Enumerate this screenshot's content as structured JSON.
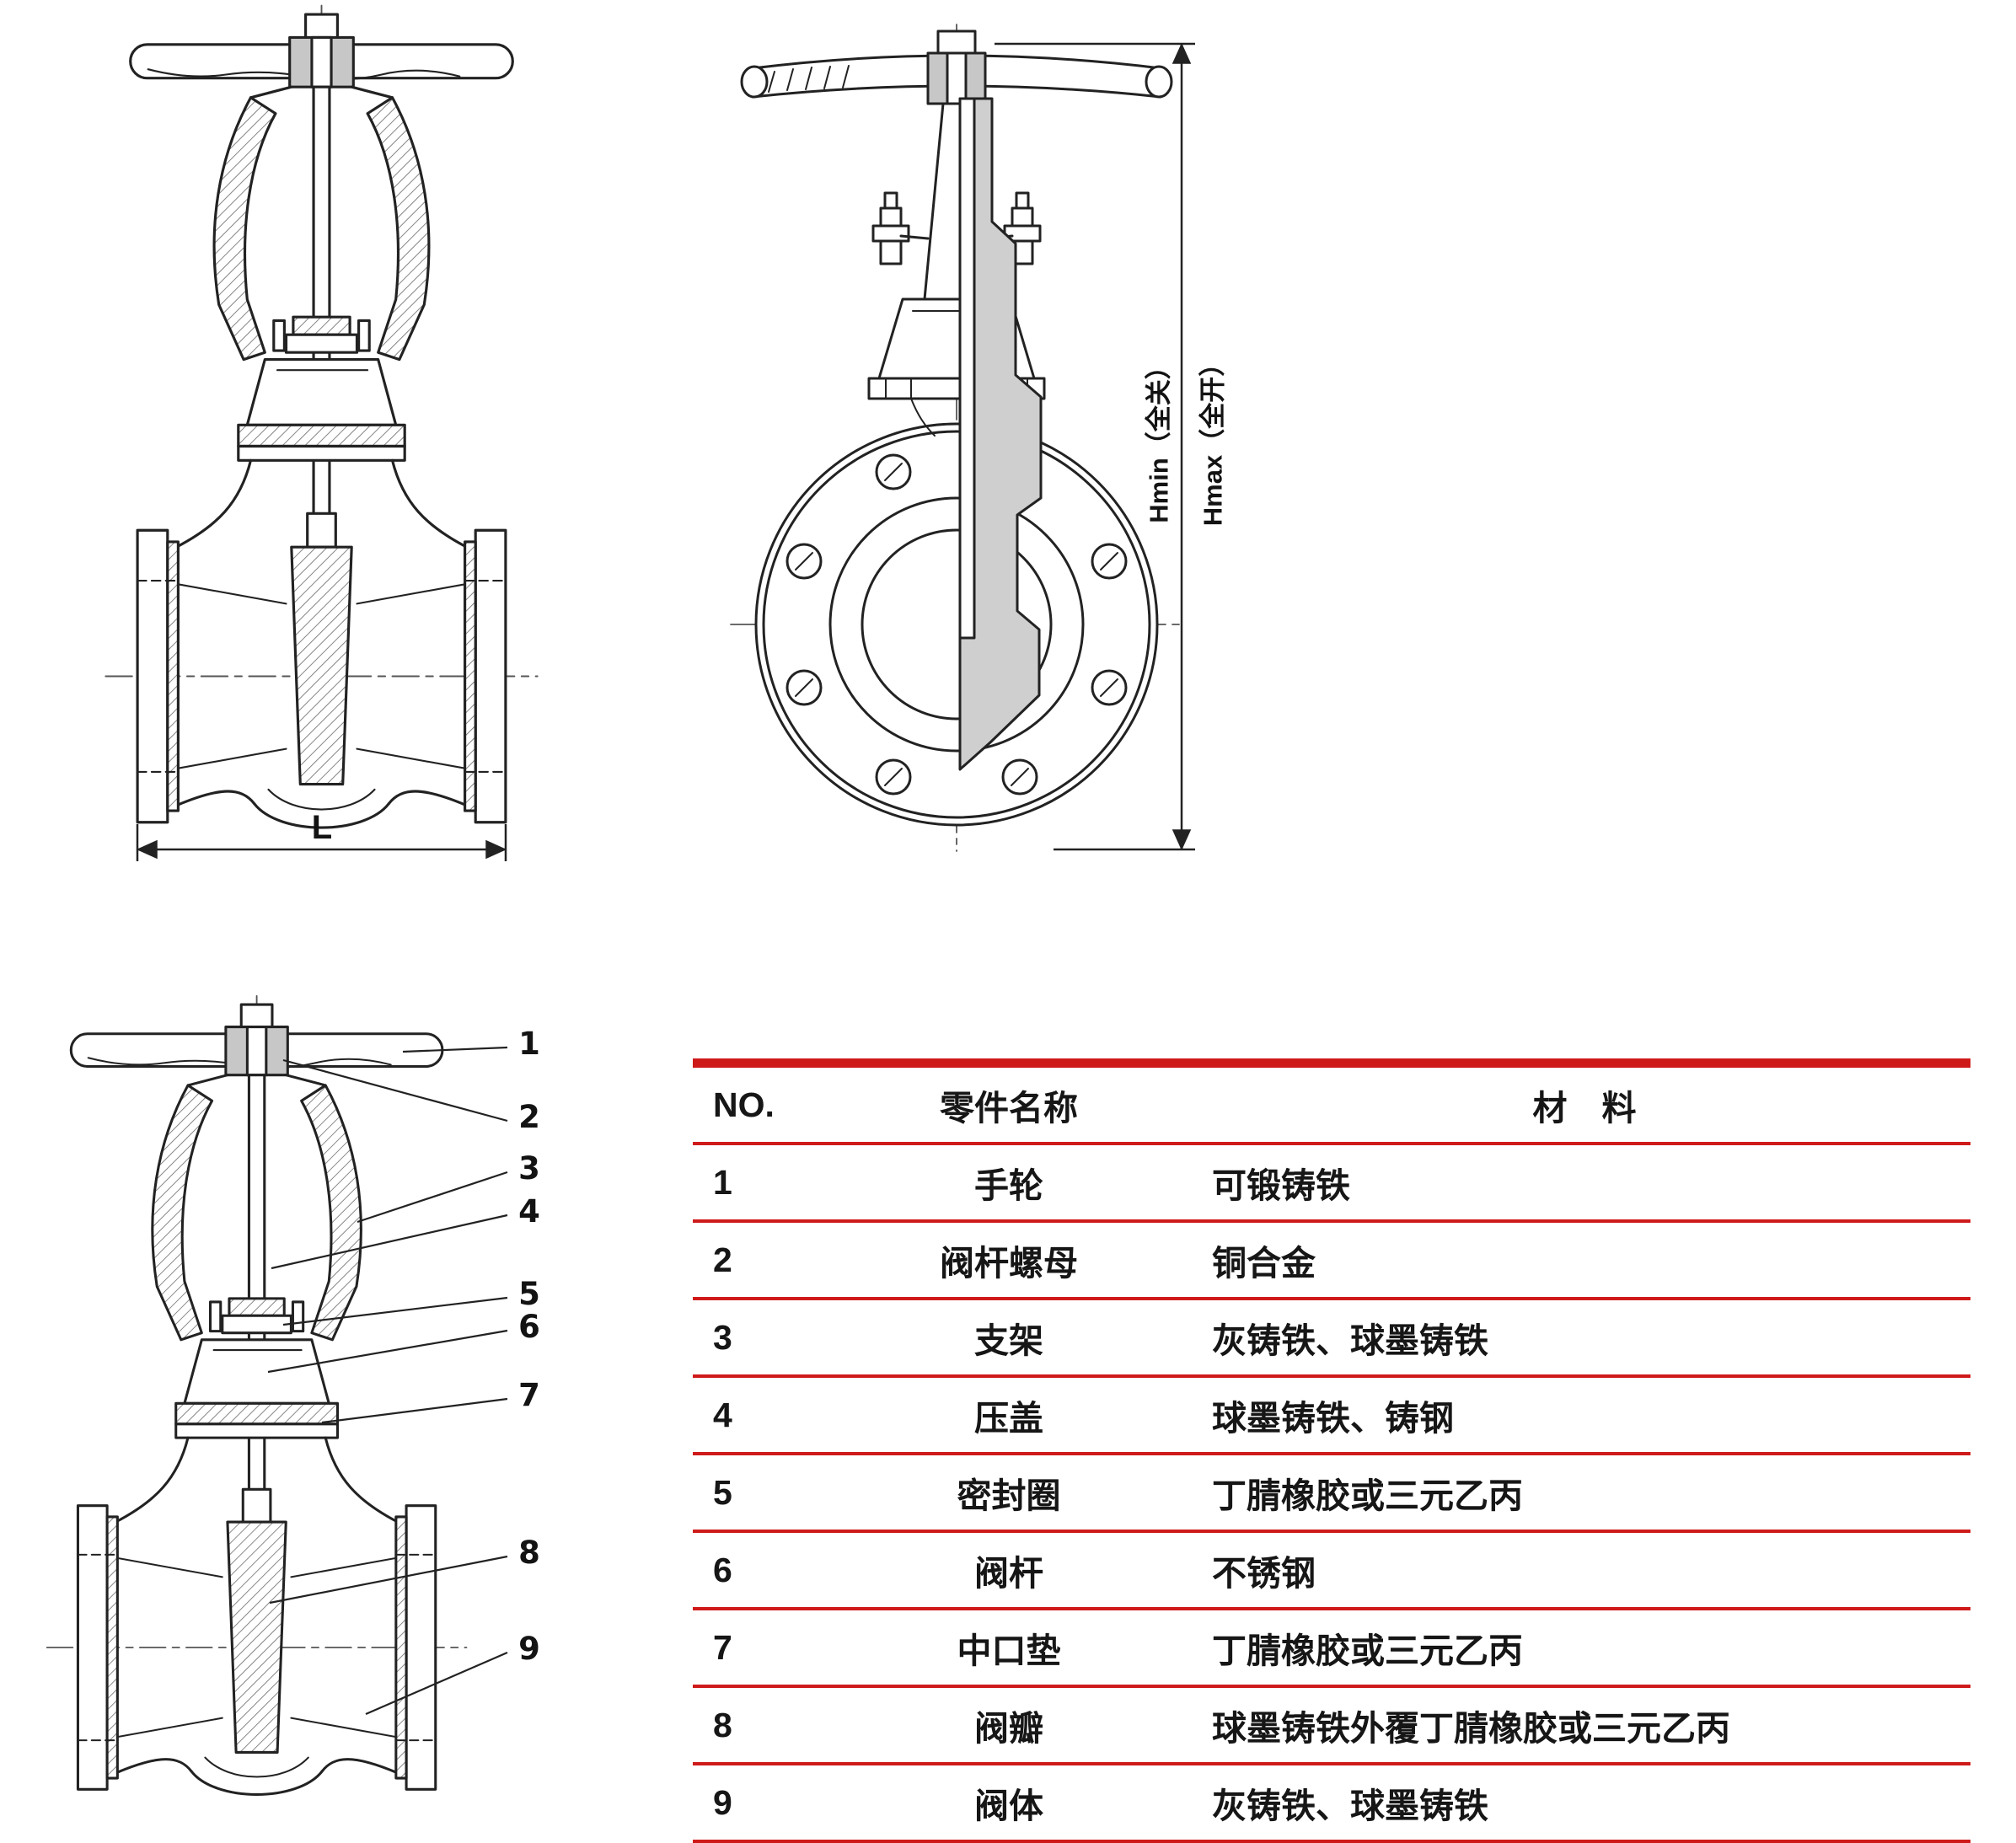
{
  "page": {
    "background": "#ffffff",
    "line_color": "#222222",
    "accent_red": "#cf1a1a",
    "section_gray": "#cfcfcf"
  },
  "dimensions": {
    "length_label": "L",
    "height_min_label": "Hmin（全关）",
    "height_max_label": "Hmax（全开）"
  },
  "callouts": [
    "1",
    "2",
    "3",
    "4",
    "5",
    "6",
    "7",
    "8",
    "9"
  ],
  "table": {
    "headers": {
      "no": "NO.",
      "name": "零件名称",
      "material": "材　料"
    },
    "rows": [
      {
        "no": "1",
        "name": "手轮",
        "material": "可锻铸铁"
      },
      {
        "no": "2",
        "name": "阀杆螺母",
        "material": "铜合金"
      },
      {
        "no": "3",
        "name": "支架",
        "material": "灰铸铁、球墨铸铁"
      },
      {
        "no": "4",
        "name": "压盖",
        "material": "球墨铸铁、铸钢"
      },
      {
        "no": "5",
        "name": "密封圈",
        "material": "丁腈橡胶或三元乙丙"
      },
      {
        "no": "6",
        "name": "阀杆",
        "material": "不锈钢"
      },
      {
        "no": "7",
        "name": "中口垫",
        "material": "丁腈橡胶或三元乙丙"
      },
      {
        "no": "8",
        "name": "阀瓣",
        "material": "球墨铸铁外覆丁腈橡胶或三元乙丙"
      },
      {
        "no": "9",
        "name": "阀体",
        "material": "灰铸铁、球墨铸铁"
      }
    ]
  }
}
